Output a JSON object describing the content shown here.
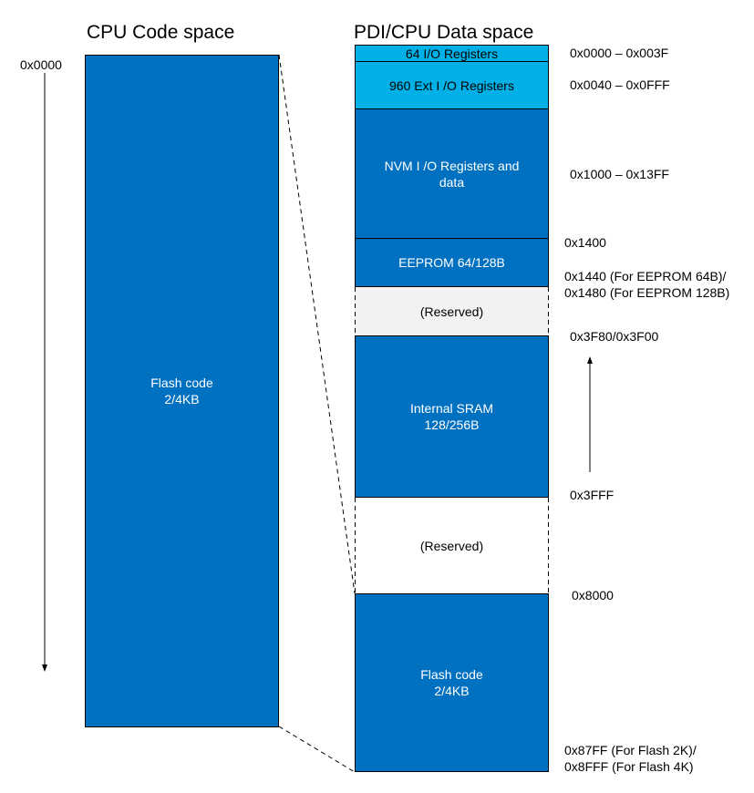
{
  "titles": {
    "code_space": "CPU Code space",
    "data_space": "PDI/CPU Data space"
  },
  "code_space": {
    "start_addr": "0x0000",
    "block_label_line1": "Flash code",
    "block_label_line2": "2/4KB"
  },
  "data_space": {
    "blocks": [
      {
        "label": "64 I/O Registers"
      },
      {
        "label": "960 Ext I /O Registers"
      },
      {
        "label_line1": "NVM I /O Registers and",
        "label_line2": "data"
      },
      {
        "label": "EEPROM 64/128B"
      },
      {
        "label": "(Reserved)"
      },
      {
        "label_line1": "Internal SRAM",
        "label_line2": "128/256B"
      },
      {
        "label": "(Reserved)"
      },
      {
        "label_line1": "Flash code",
        "label_line2": "2/4KB"
      }
    ]
  },
  "addresses": {
    "a1": "0x0000 – 0x003F",
    "a2": "0x0040 – 0x0FFF",
    "a3": "0x1000 – 0x13FF",
    "a4": "0x1400",
    "a5_line1": "0x1440 (For EEPROM 64B)/",
    "a5_line2": "0x1480 (For EEPROM 128B)",
    "a6": "0x3F80/0x3F00",
    "a7": "0x3FFF",
    "a8": "0x8000",
    "a9_line1": "0x87FF (For Flash 2K)/",
    "a9_line2": "0x8FFF (For Flash 4K)"
  },
  "colors": {
    "block_blue": "#0070c0",
    "block_light_blue": "#00b0e6",
    "reserved_gray": "#f2f2f2",
    "outline": "#000000"
  }
}
